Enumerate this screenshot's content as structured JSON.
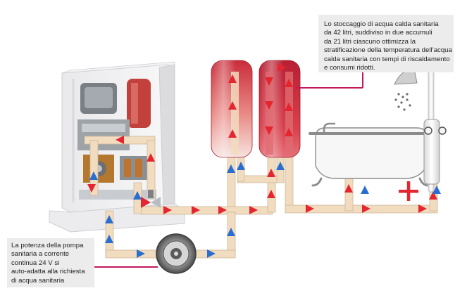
{
  "callouts": {
    "storage": {
      "lines": [
        "Lo stoccaggio di acqua calda sanitaria",
        "da 42 litri, suddiviso in  due accumuli",
        "da 21 litri ciascuno ottimizza la",
        "stratificazione della temperatura dell’acqua",
        "calda sanitaria con tempi di riscaldamento",
        "e consumi ridotti."
      ]
    },
    "pump": {
      "lines": [
        "La potenza della pompa",
        "sanitaria a corrente",
        "continua 24 V si",
        "auto-adatta alla richiesta",
        "di acqua sanitaria"
      ]
    }
  },
  "icons": {
    "boiler": "boiler-unit-icon",
    "tank_left": "water-storage-tank-icon",
    "tank_right": "water-storage-tank-icon",
    "bathtub": "bathtub-icon",
    "shower": "shower-column-icon",
    "pump": "circulation-pump-icon",
    "valve": "three-way-valve-icon",
    "hot_flow": "hot-flow-arrow-icon",
    "cold_flow": "cold-flow-arrow-icon",
    "plus": "plus-sign-icon"
  },
  "colors": {
    "hot": "#e3262f",
    "cold": "#2a6fd0",
    "pipe": "#f1dcc0",
    "pipe_edge": "#cdb79a",
    "tank": "#c8283c",
    "leader": "#c2185b",
    "callout_bg": "#ececec"
  }
}
